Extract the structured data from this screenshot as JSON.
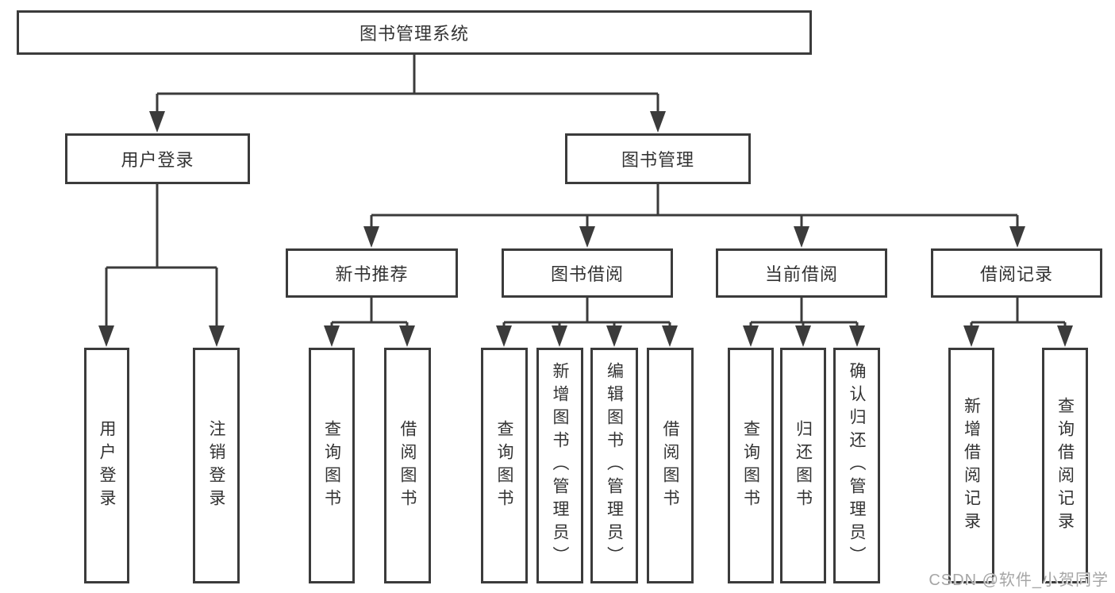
{
  "diagram": {
    "root": {
      "label": "图书管理系统"
    },
    "branches": [
      {
        "label": "用户登录",
        "children": [
          {
            "label": "用户登录"
          },
          {
            "label": "注销登录"
          }
        ]
      },
      {
        "label": "图书管理",
        "groups": [
          {
            "label": "新书推荐",
            "children": [
              {
                "label": "查询图书"
              },
              {
                "label": "借阅图书"
              }
            ]
          },
          {
            "label": "图书借阅",
            "children": [
              {
                "label": "查询图书"
              },
              {
                "label": "新增图书（管理员）"
              },
              {
                "label": "编辑图书（管理员）"
              },
              {
                "label": "借阅图书"
              }
            ]
          },
          {
            "label": "当前借阅",
            "children": [
              {
                "label": "查询图书"
              },
              {
                "label": "归还图书"
              },
              {
                "label": "确认归还（管理员）"
              }
            ]
          },
          {
            "label": "借阅记录",
            "children": [
              {
                "label": "新增借阅记录"
              },
              {
                "label": "查询借阅记录"
              }
            ]
          }
        ]
      }
    ]
  },
  "watermark": {
    "text": "CSDN @软件_小贺同学"
  },
  "colors": {
    "line": "#3b3b3b",
    "box_border": "#3b3b3b",
    "text": "#333333",
    "watermark": "#a6a6a6",
    "background": "#ffffff"
  }
}
